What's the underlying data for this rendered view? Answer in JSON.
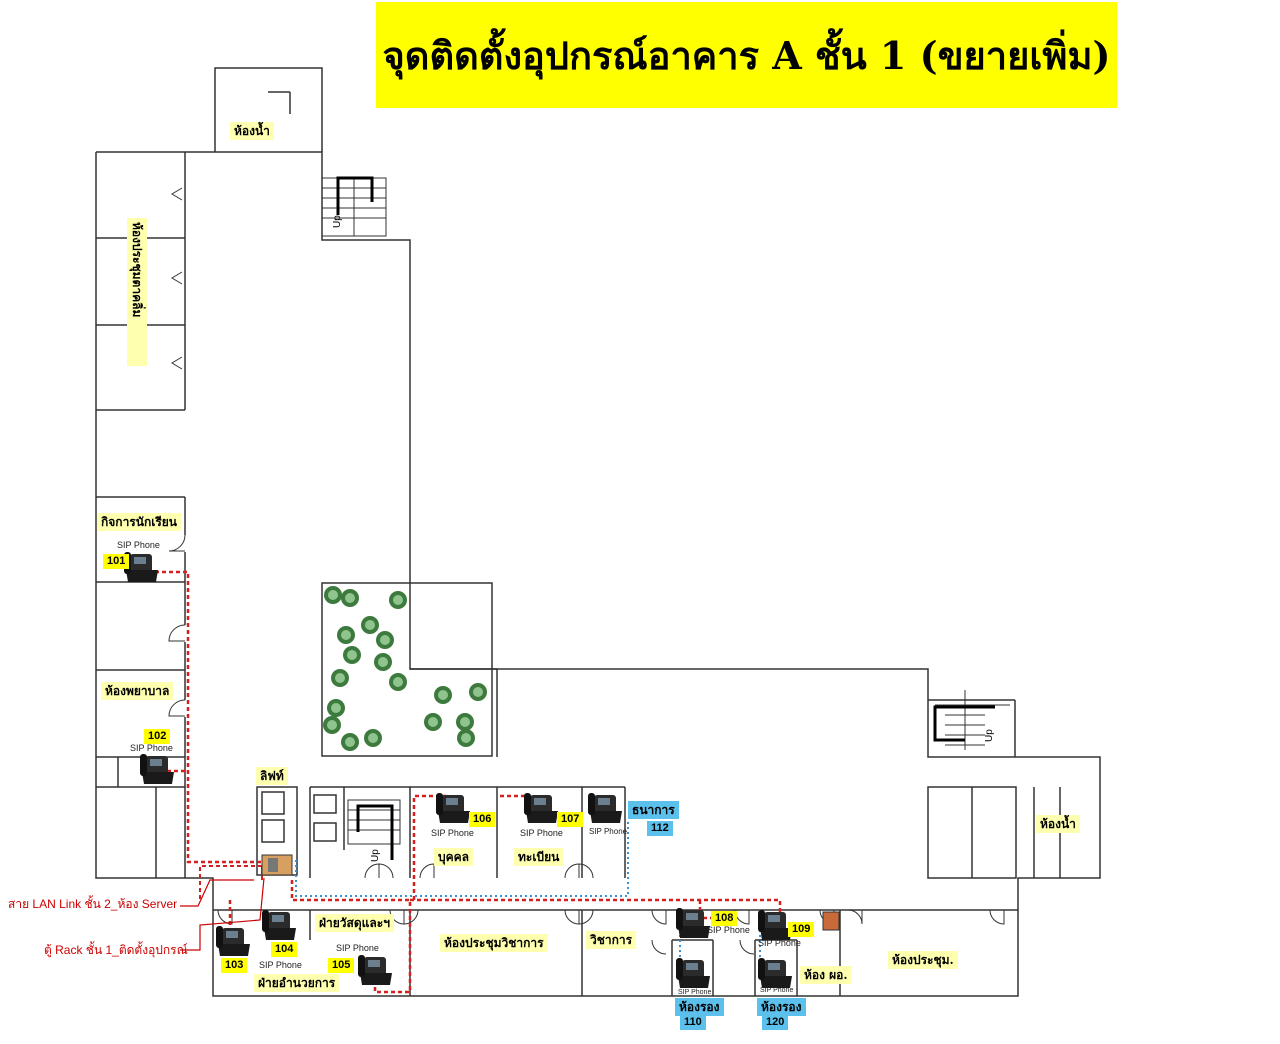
{
  "title": "จุดติดตั้งอุปกรณ์อาคาร A ชั้น 1 (ขยายเพิ่ม)",
  "colors": {
    "title_bg": "#ffff00",
    "label_bg": "#ffffb0",
    "blue_label": "#5bc0eb",
    "cable": "#d62020",
    "dotted_blue": "#3a8fd0"
  },
  "rooms": {
    "toilet_top": "ห้องน้ำ",
    "meeting_left": "ห้องประชุมตาคลิ่ม",
    "student_affairs": "กิจการนักเรียน",
    "nurse": "ห้องพยาบาล",
    "lift": "ลิฟท์",
    "personnel": "บุคคล",
    "registry": "ทะเบียน",
    "finance": "ธนาการ",
    "supplies": "ฝ่ายวัสดุและฯ",
    "admin": "ฝ่ายอำนวยการ",
    "academic_meeting": "ห้องประชุมวิชาการ",
    "academic": "วิชาการ",
    "deputy_1": "ห้องรอง",
    "deputy_2": "ห้องรอง",
    "director": "ห้อง ผอ.",
    "meeting_room": "ห้องประชุม.",
    "toilet_right": "ห้องน้ำ"
  },
  "stairs": {
    "up_label": "Up"
  },
  "phones": [
    {
      "id": "p101",
      "number": "101",
      "label": "SIP Phone"
    },
    {
      "id": "p102",
      "number": "102",
      "label": "SIP Phone"
    },
    {
      "id": "p103",
      "number": "103",
      "label": ""
    },
    {
      "id": "p104",
      "number": "104",
      "label": "SIP Phone"
    },
    {
      "id": "p105",
      "number": "105",
      "label": "SIP Phone"
    },
    {
      "id": "p106",
      "number": "106",
      "label": "SIP Phone"
    },
    {
      "id": "p107",
      "number": "107",
      "label": "SIP Phone"
    },
    {
      "id": "p112",
      "number": "112",
      "label": "SIP Phone"
    },
    {
      "id": "p108",
      "number": "108",
      "label": "SIP Phone"
    },
    {
      "id": "p109",
      "number": "109",
      "label": "SIP Phone"
    },
    {
      "id": "p110",
      "number": "110",
      "label": "SIP Phone"
    },
    {
      "id": "p120",
      "number": "120",
      "label": "SIP Phone"
    }
  ],
  "notes": {
    "lan_link": "สาย LAN Link ชั้น 2_ห้อง Server",
    "rack": "ตู้ Rack ชั้น 1_ติดตั้งอุปกรณ์"
  }
}
